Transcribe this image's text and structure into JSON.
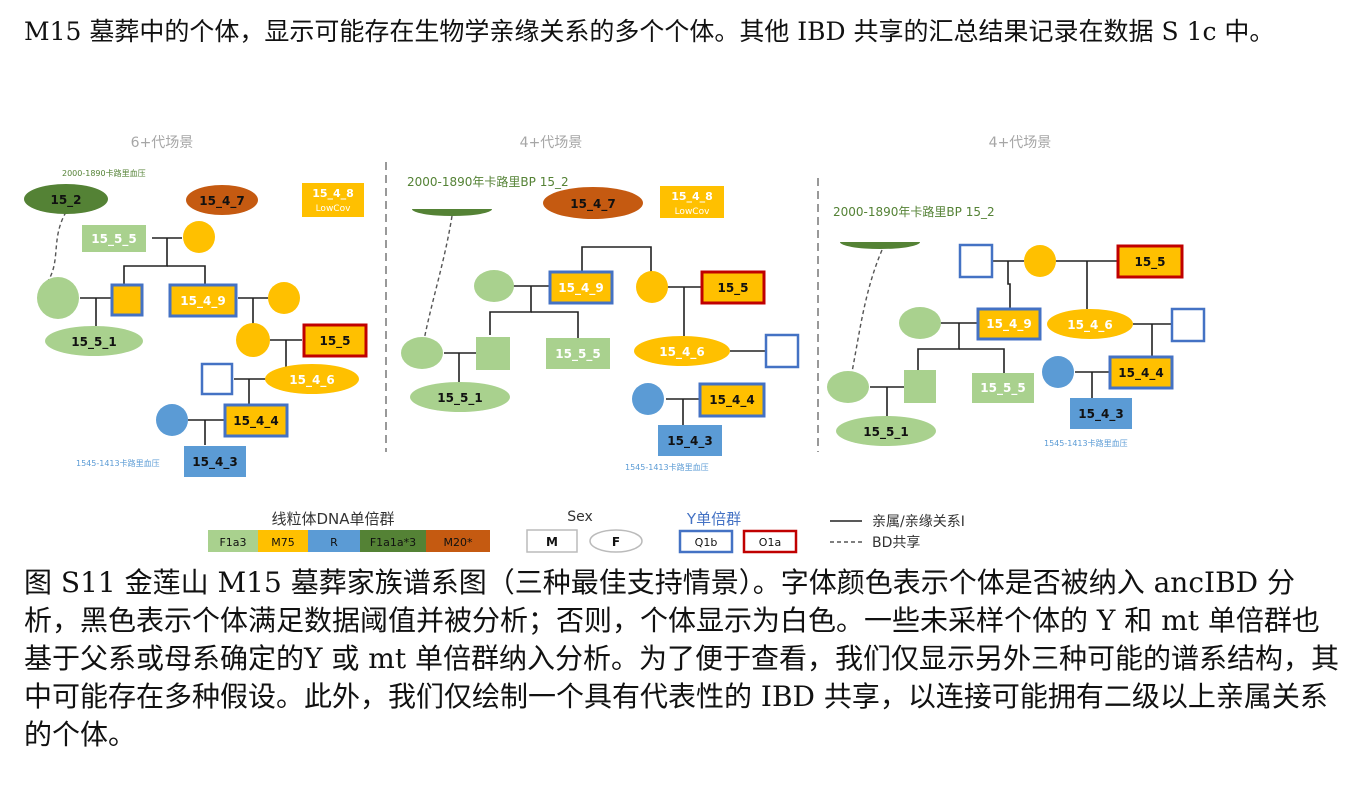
{
  "intro": "M15 墓葬中的个体，显示可能存在生物学亲缘关系的多个个体。其他 IBD 共享的汇总结果记录在数据 S 1c 中。",
  "caption": "图 S11 金莲山 M15 墓葬家族谱系图（三种最佳支持情景）。字体颜色表示个体是否被纳入 ancIBD 分析，黑色表示个体满足数据阈值并被分析；否则，个体显示为白色。一些未采样个体的 Y 和 mt 单倍群也基于父系或母系确定的Y 或 mt 单倍群纳入分析。为了便于查看，我们仅显示另外三种可能的谱系结构，其中可能存在多种假设。此外，我们仅绘制一个具有代表性的 IBD 共享，以连接可能拥有二级以上亲属关系的个体。",
  "colors": {
    "F1a3": "#a9d18e",
    "M75": "#ffc000",
    "R": "#5b9bd5",
    "F1a1a3": "#548235",
    "M20": "#c55a11",
    "Q1b": "#4472c4",
    "O1a": "#c00000"
  },
  "panels": [
    {
      "title": "6+代场景",
      "date_top": "2000-1890卡路里血压",
      "date_bottom": "1545-1413卡路里血压"
    },
    {
      "title": "4+代场景",
      "date_top": "2000-1890年卡路里BP 15_2",
      "date_bottom": "1545-1413卡路里血压"
    },
    {
      "title": "4+代场景",
      "date_top": "2000-1890年卡路里BP 15_2",
      "date_bottom": "1545-1413卡路里血压"
    }
  ],
  "labels": {
    "i15_2": "15_2",
    "i15_4_7": "15_4_7",
    "i15_4_8": "15_4_8",
    "lowcov": "LowCov",
    "i15_5_5": "15_5_5",
    "i15_5_1": "15_5_1",
    "i15_4_9": "15_4_9",
    "i15_5": "15_5",
    "i15_4_6": "15_4_6",
    "i15_4_4": "15_4_4",
    "i15_4_3": "15_4_3"
  },
  "legend": {
    "mt_title": "线粒体DNA单倍群",
    "mt_items": [
      "F1a3",
      "M75",
      "R",
      "F1a1a*3",
      "M20*"
    ],
    "sex_title": "Sex",
    "sex_m": "M",
    "sex_f": "F",
    "y_title": "Y单倍群",
    "y_items": [
      "Q1b",
      "O1a"
    ],
    "rel_label": "亲属/亲缘关系I",
    "ibd_label": "BD共享"
  }
}
